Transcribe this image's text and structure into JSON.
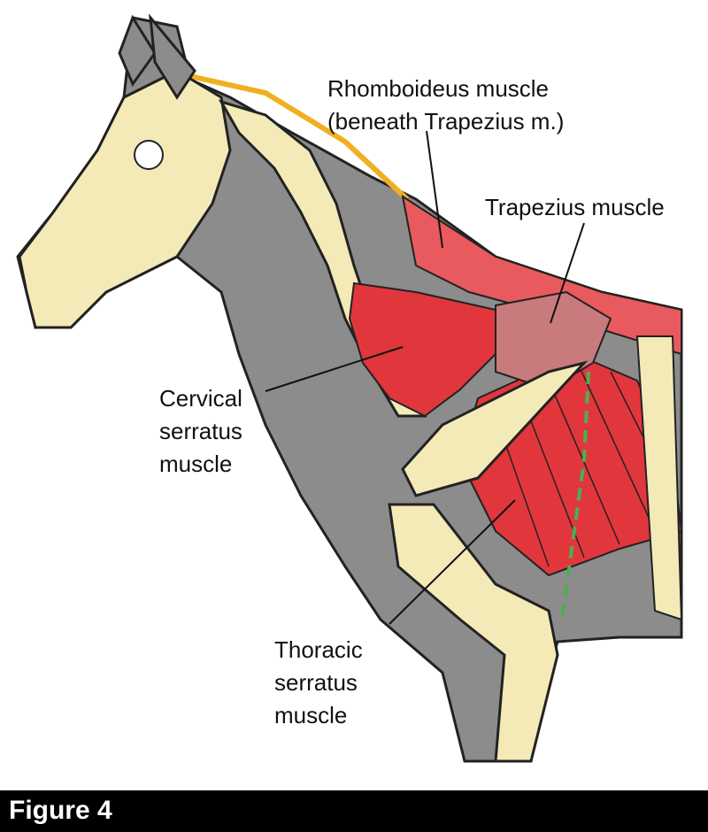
{
  "labels": {
    "rhomboideus": {
      "line1": "Rhomboideus muscle",
      "line2": "(beneath Trapezius m.)"
    },
    "trapezius": {
      "line1": "Trapezius muscle"
    },
    "cervical_serratus": {
      "line1": "Cervical",
      "line2": "serratus",
      "line3": "muscle"
    },
    "thoracic_serratus": {
      "line1": "Thoracic",
      "line2": "serratus",
      "line3": "muscle"
    }
  },
  "caption": "Figure 4",
  "colors": {
    "body": "#8c8c8c",
    "bone": "#f3eab8",
    "muscle": "#e2363d",
    "trapezius": "#c97a7c",
    "ligament": "#f0b020",
    "guide": "#4caf50"
  }
}
